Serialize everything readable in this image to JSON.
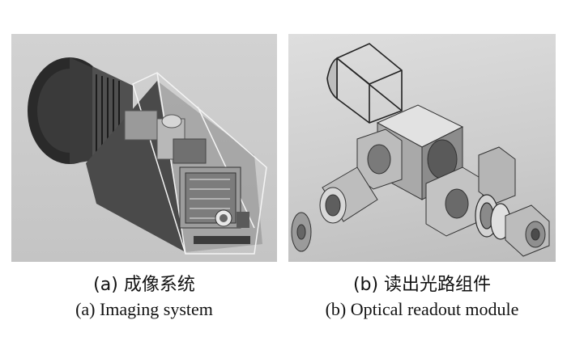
{
  "figure": {
    "panels": [
      {
        "caption_zh": "(a) 成像系统",
        "caption_en": "(a) Imaging system"
      },
      {
        "caption_zh": "(b) 读出光路组件",
        "caption_en": "(b) Optical readout module"
      }
    ]
  }
}
